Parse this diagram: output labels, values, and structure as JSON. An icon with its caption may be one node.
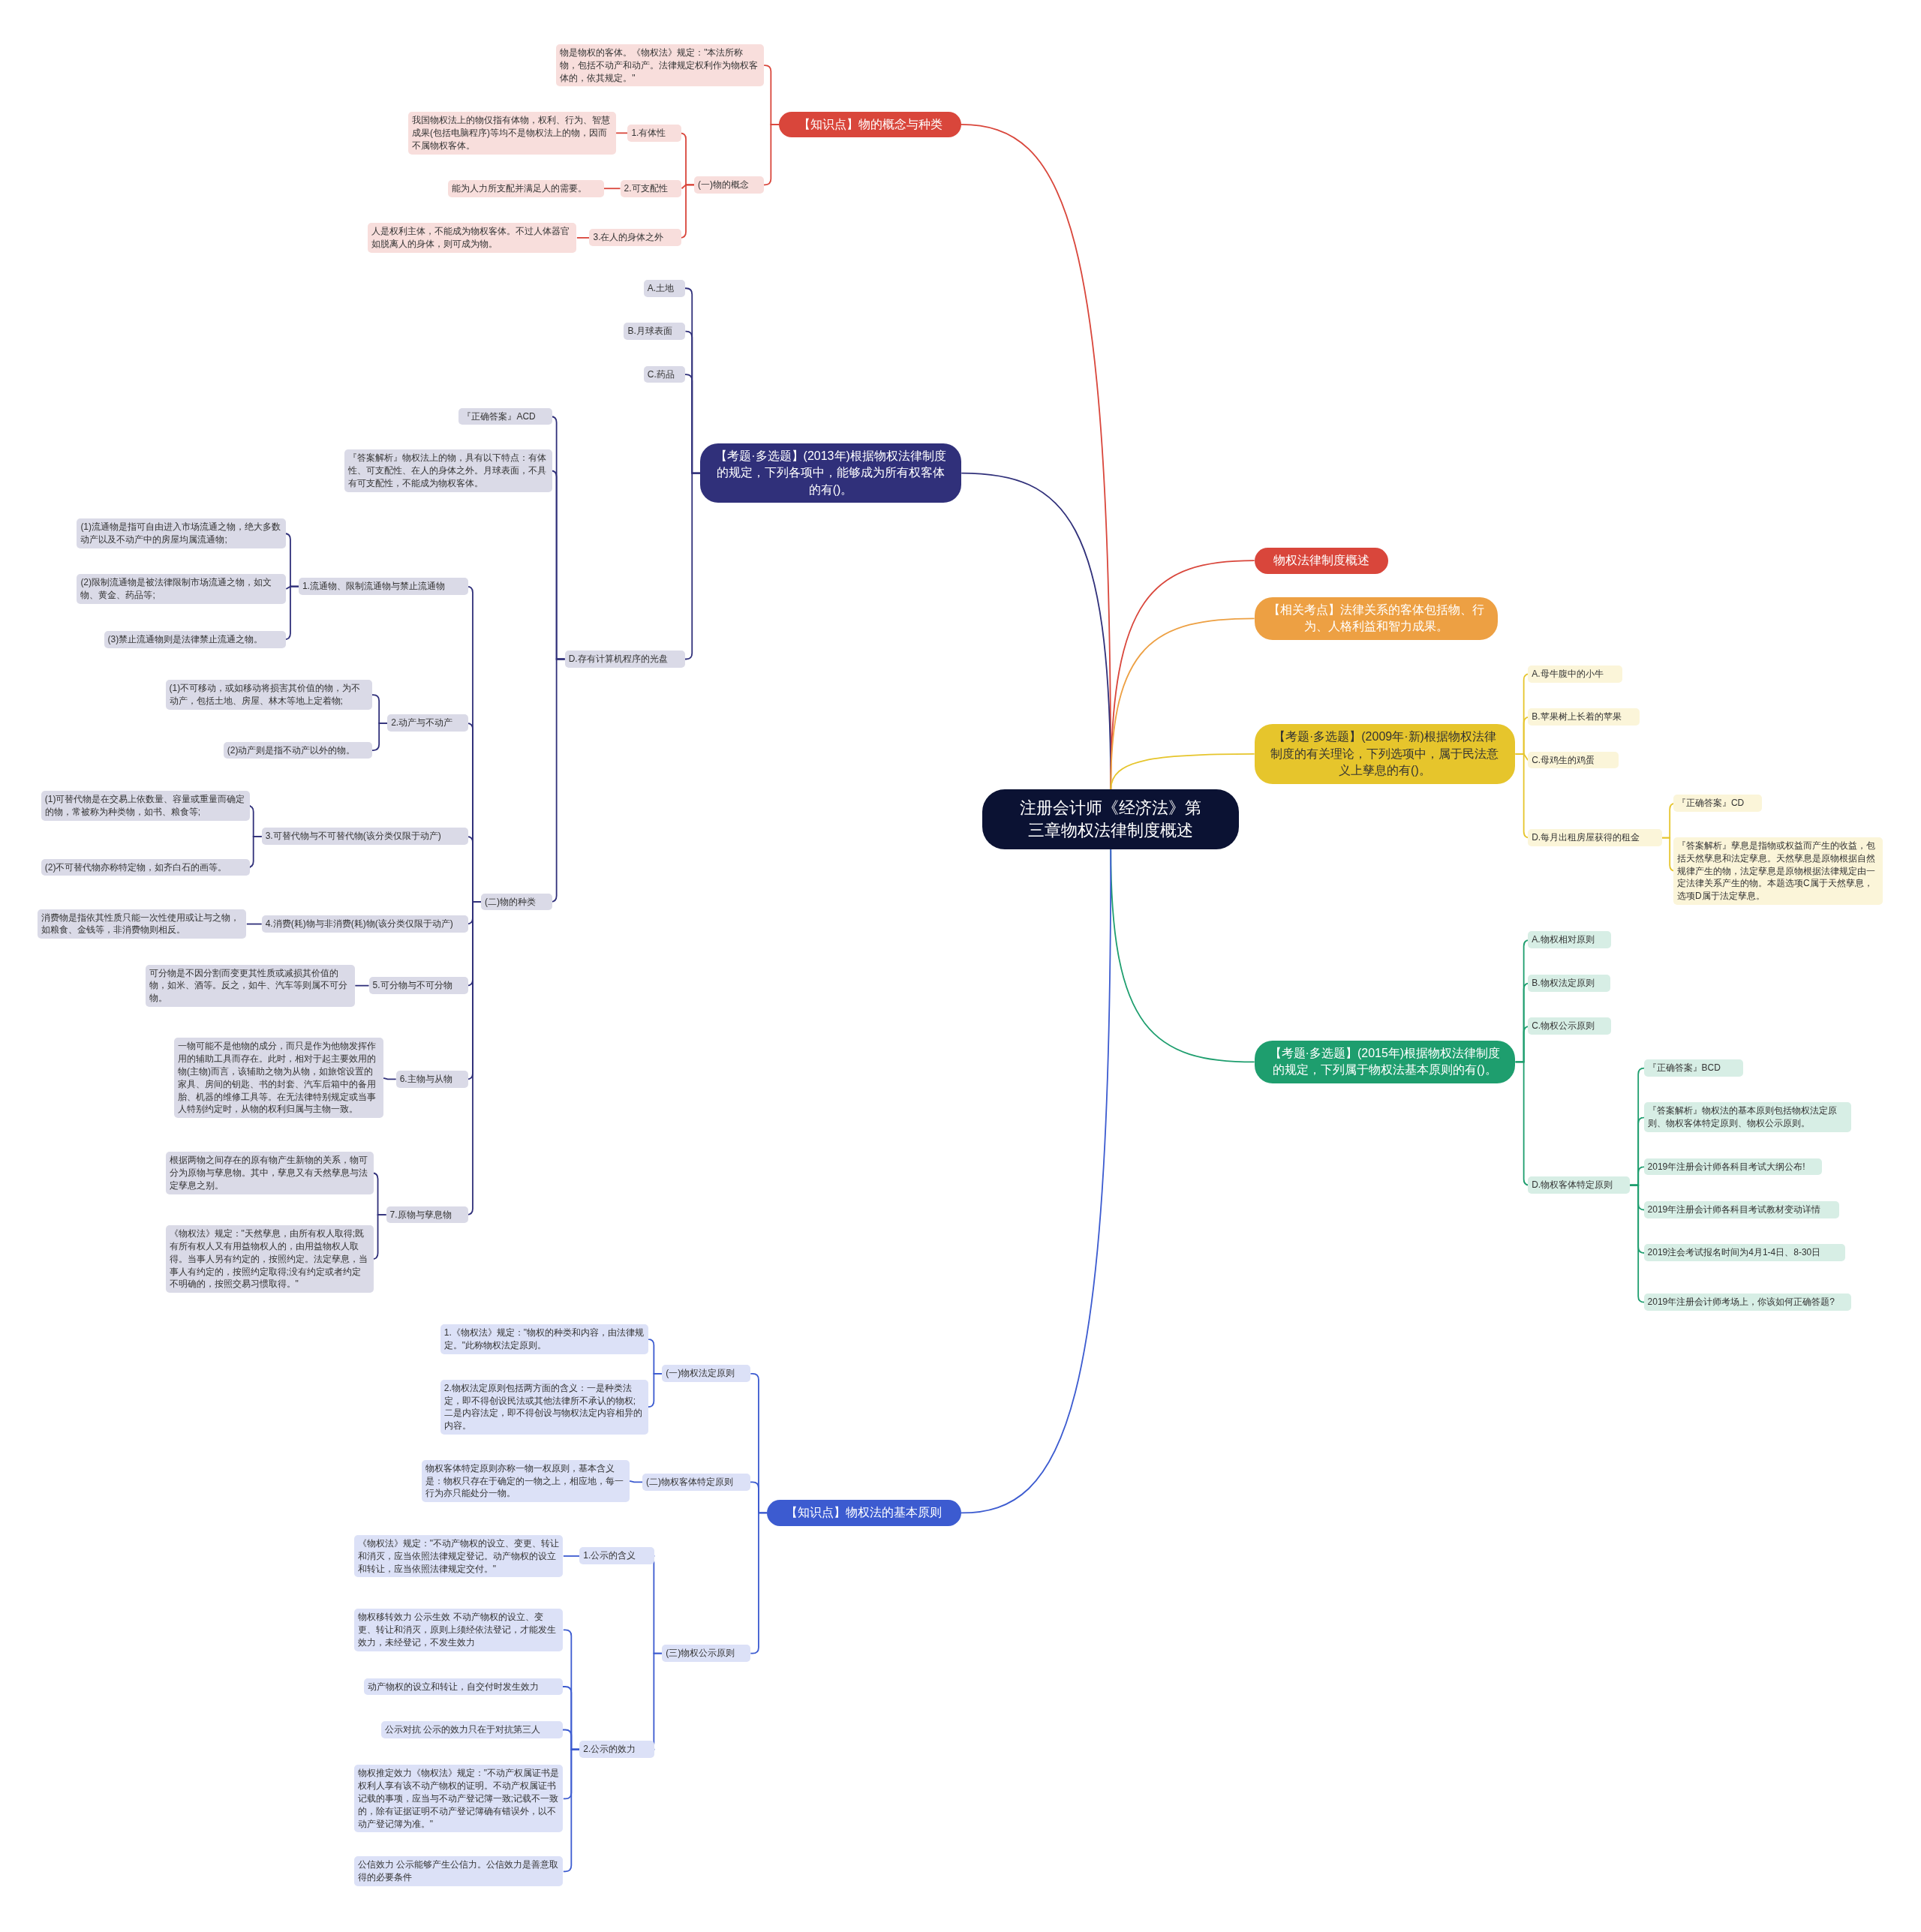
{
  "diagram": {
    "nodes": [
      {
        "text": [
          "注册会计师《经济法》第三章物权法律制度概述"
        ]
      },
      {
        "text": [
          "【知识点】物的概念与种类"
        ]
      },
      {
        "text": [
          "物是物权的客体。《物权法》规定：\"本法所称物，包括不动产和动产。法律规定权利作为物权客体的，依其规定。\""
        ]
      },
      {
        "text": [
          "(一)物的概念"
        ]
      },
      {
        "text": [
          "1.有体性"
        ]
      },
      {
        "text": [
          "我国物权法上的物仅指有体物，权利、行为、智慧成果(包括电脑程序)等均不是物权法上的物，因而不属物权客体。"
        ]
      },
      {
        "text": [
          "2.可支配性"
        ]
      },
      {
        "text": [
          "能为人力所支配并满足人的需要。"
        ]
      },
      {
        "text": [
          "3.在人的身体之外"
        ]
      },
      {
        "text": [
          "人是权利主体，不能成为物权客体。不过人体器官如脱离人的身体，则可成为物。"
        ]
      },
      {
        "text": [
          "【考题·多选题】(2013年)根据物权法律制度的规定，下列各项中，能够成为所有权客体的有()。"
        ]
      },
      {
        "text": [
          "A.土地"
        ]
      },
      {
        "text": [
          "B.月球表面"
        ]
      },
      {
        "text": [
          "C.药品"
        ]
      },
      {
        "text": [
          "D.存有计算机程序的光盘"
        ]
      },
      {
        "text": [
          "『正确答案』ACD"
        ]
      },
      {
        "text": [
          "『答案解析』物权法上的物，具有以下特点：有体性、可支配性、在人的身体之外。月球表面，不具有可支配性，不能成为物权客体。"
        ]
      },
      {
        "text": [
          "(二)物的种类"
        ]
      },
      {
        "text": [
          "1.流通物、限制流通物与禁止流通物"
        ]
      },
      {
        "text": [
          "(1)流通物是指可自由进入市场流通之物，绝大多数动产以及不动产中的房屋均属流通物;"
        ]
      },
      {
        "text": [
          "(2)限制流通物是被法律限制市场流通之物，如文物、黄金、药品等;"
        ]
      },
      {
        "text": [
          "(3)禁止流通物则是法律禁止流通之物。"
        ]
      },
      {
        "text": [
          "2.动产与不动产"
        ]
      },
      {
        "text": [
          "(1)不可移动，或如移动将损害其价值的物，为不动产，包括土地、房屋、林木等地上定着物;"
        ]
      },
      {
        "text": [
          "(2)动产则是指不动产以外的物。"
        ]
      },
      {
        "text": [
          "3.可替代物与不可替代物(该分类仅限于动产)"
        ]
      },
      {
        "text": [
          "(1)可替代物是在交易上依数量、容量或重量而确定的物，常被称为种类物，如书、粮食等;"
        ]
      },
      {
        "text": [
          "(2)不可替代物亦称特定物，如齐白石的画等。"
        ]
      },
      {
        "text": [
          "4.消费(耗)物与非消费(耗)物(该分类仅限于动产)"
        ]
      },
      {
        "text": [
          "消费物是指依其性质只能一次性使用或让与之物，如粮食、金钱等，非消费物则相反。"
        ]
      },
      {
        "text": [
          "5.可分物与不可分物"
        ]
      },
      {
        "text": [
          "可分物是不因分割而变更其性质或减损其价值的物，如米、酒等。反之，如牛、汽车等则属不可分物。"
        ]
      },
      {
        "text": [
          "6.主物与从物"
        ]
      },
      {
        "text": [
          "一物可能不是他物的成分，而只是作为他物发挥作用的辅助工具而存在。此时，相对于起主要效用的物(主物)而言，该辅助之物为从物，如旅馆设置的家具、房间的钥匙、书的封套、汽车后箱中的备用胎、机器的维修工具等。在无法律特别规定或当事人特别约定时，从物的权利归属与主物一致。"
        ]
      },
      {
        "text": [
          "7.原物与孳息物"
        ]
      },
      {
        "text": [
          "根据两物之间存在的原有物产生新物的关系，物可分为原物与孳息物。其中，孳息又有天然孳息与法定孳息之别。"
        ]
      },
      {
        "text": [
          "《物权法》规定：\"天然孳息，由所有权人取得;既有所有权人又有用益物权人的，由用益物权人取得。当事人另有约定的，按照约定。法定孳息，当事人有约定的，按照约定取得;没有约定或者约定不明确的，按照交易习惯取得。\""
        ]
      },
      {
        "text": [
          "物权法律制度概述"
        ]
      },
      {
        "text": [
          "【相关考点】法律关系的客体包括物、行为、人格利益和智力成果。"
        ]
      },
      {
        "text": [
          "【考题·多选题】(2009年·新)根据物权法律制度的有关理论，下列选项中，属于民法意义上孳息的有()。"
        ]
      },
      {
        "text": [
          "A.母牛腹中的小牛"
        ]
      },
      {
        "text": [
          "B.苹果树上长着的苹果"
        ]
      },
      {
        "text": [
          "C.母鸡生的鸡蛋"
        ]
      },
      {
        "text": [
          "D.每月出租房屋获得的租金"
        ]
      },
      {
        "text": [
          "『正确答案』CD"
        ]
      },
      {
        "text": [
          "『答案解析』孳息是指物或权益而产生的收益，包括天然孳息和法定孳息。天然孳息是原物根据自然规律产生的物，法定孳息是原物根据法律规定由一定法律关系产生的物。本题选项C属于天然孳息，选项D属于法定孳息。"
        ]
      },
      {
        "text": [
          "【考题·多选题】(2015年)根据物权法律制度的规定，下列属于物权法基本原则的有()。"
        ]
      },
      {
        "text": [
          "A.物权相对原则"
        ]
      },
      {
        "text": [
          "B.物权法定原则"
        ]
      },
      {
        "text": [
          "C.物权公示原则"
        ]
      },
      {
        "text": [
          "D.物权客体特定原则"
        ]
      },
      {
        "text": [
          "『正确答案』BCD"
        ]
      },
      {
        "text": [
          "『答案解析』物权法的基本原则包括物权法定原则、物权客体特定原则、物权公示原则。"
        ]
      },
      {
        "text": [
          "2019年注册会计师各科目考试大纲公布!"
        ]
      },
      {
        "text": [
          "2019年注册会计师各科目考试教材变动详情"
        ]
      },
      {
        "text": [
          "2019注会考试报名时间为4月1-4日、8-30日"
        ]
      },
      {
        "text": [
          "2019年注册会计师考场上，你该如何正确答题?"
        ]
      },
      {
        "text": [
          "【知识点】物权法的基本原则"
        ]
      },
      {
        "text": [
          "(一)物权法定原则"
        ]
      },
      {
        "text": [
          "1.《物权法》规定：\"物权的种类和内容，由法律规定。\"此称物权法定原则。"
        ]
      },
      {
        "text": [
          "2.物权法定原则包括两方面的含义：一是种类法定，即不得创设民法或其他法律所不承认的物权;二是内容法定，即不得创设与物权法定内容相异的内容。"
        ]
      },
      {
        "text": [
          "(二)物权客体特定原则"
        ]
      },
      {
        "text": [
          "物权客体特定原则亦称一物一权原则，基本含义是：物权只存在于确定的一物之上，相应地，每一行为亦只能处分一物。"
        ]
      },
      {
        "text": [
          "(三)物权公示原则"
        ]
      },
      {
        "text": [
          "1.公示的含义"
        ]
      },
      {
        "text": [
          "《物权法》规定：\"不动产物权的设立、变更、转让和消灭，应当依照法律规定登记。动产物权的设立和转让，应当依照法律规定交付。\""
        ]
      },
      {
        "text": [
          "2.公示的效力"
        ]
      },
      {
        "text": [
          "物权移转效力 公示生效 不动产物权的设立、变更、转让和消灭，原则上须经依法登记，才能发生效力，未经登记，不发生效力"
        ]
      },
      {
        "text": [
          "动产物权的设立和转让，自交付时发生效力"
        ]
      },
      {
        "text": [
          "公示对抗 公示的效力只在于对抗第三人"
        ]
      },
      {
        "text": [
          "物权推定效力《物权法》规定：\"不动产权属证书是权利人享有该不动产物权的证明。不动产权属证书记载的事项，应当与不动产登记簿一致;记载不一致的，除有证据证明不动产登记簿确有错误外，以不动产登记簿为准。\""
        ]
      },
      {
        "text": [
          "公信效力 公示能够产生公信力。公信效力是善意取得的必要条件"
        ]
      }
    ],
    "edges": [
      {
        "from": 0,
        "to": 1,
        "arrow": "none",
        "color": "#d9463b"
      },
      {
        "from": 1,
        "to": 2,
        "arrow": "none",
        "color": "#d9463b"
      },
      {
        "from": 1,
        "to": 3,
        "arrow": "none",
        "color": "#d9463b"
      },
      {
        "from": 3,
        "to": 4,
        "arrow": "none",
        "color": "#d9463b"
      },
      {
        "from": 4,
        "to": 5,
        "arrow": "none",
        "color": "#d9463b"
      },
      {
        "from": 3,
        "to": 6,
        "arrow": "none",
        "color": "#d9463b"
      },
      {
        "from": 6,
        "to": 7,
        "arrow": "none",
        "color": "#d9463b"
      },
      {
        "from": 3,
        "to": 8,
        "arrow": "none",
        "color": "#d9463b"
      },
      {
        "from": 8,
        "to": 9,
        "arrow": "none",
        "color": "#d9463b"
      },
      {
        "from": 0,
        "to": 10,
        "arrow": "none"
      },
      {
        "from": 10,
        "to": 11,
        "arrow": "none"
      },
      {
        "from": 10,
        "to": 12,
        "arrow": "none"
      },
      {
        "from": 10,
        "to": 13,
        "arrow": "none"
      },
      {
        "from": 10,
        "to": 14,
        "arrow": "none"
      },
      {
        "from": 14,
        "to": 15,
        "arrow": "none"
      },
      {
        "from": 14,
        "to": 16,
        "arrow": "none"
      },
      {
        "from": 14,
        "to": 17,
        "arrow": "none"
      },
      {
        "from": 17,
        "to": 18,
        "arrow": "none"
      },
      {
        "from": 18,
        "to": 19,
        "arrow": "none"
      },
      {
        "from": 18,
        "to": 20,
        "arrow": "none"
      },
      {
        "from": 18,
        "to": 21,
        "arrow": "none"
      },
      {
        "from": 17,
        "to": 22,
        "arrow": "none"
      },
      {
        "from": 22,
        "to": 23,
        "arrow": "none"
      },
      {
        "from": 22,
        "to": 24,
        "arrow": "none"
      },
      {
        "from": 17,
        "to": 25,
        "arrow": "none"
      },
      {
        "from": 25,
        "to": 26,
        "arrow": "none"
      },
      {
        "from": 25,
        "to": 27,
        "arrow": "none"
      },
      {
        "from": 17,
        "to": 28,
        "arrow": "none"
      },
      {
        "from": 28,
        "to": 29,
        "arrow": "none"
      },
      {
        "from": 17,
        "to": 30,
        "arrow": "none"
      },
      {
        "from": 30,
        "to": 31,
        "arrow": "none"
      },
      {
        "from": 17,
        "to": 32,
        "arrow": "none"
      },
      {
        "from": 32,
        "to": 33,
        "arrow": "none"
      },
      {
        "from": 17,
        "to": 34,
        "arrow": "none"
      },
      {
        "from": 34,
        "to": 35,
        "arrow": "none"
      },
      {
        "from": 34,
        "to": 36,
        "arrow": "none"
      },
      {
        "from": 0,
        "to": 37,
        "arrow": "none",
        "color": "#d9463b"
      },
      {
        "from": 0,
        "to": 38,
        "arrow": "none",
        "color": "#eda043"
      },
      {
        "from": 0,
        "to": 39,
        "arrow": "none",
        "color": "#e6c52c"
      },
      {
        "from": 39,
        "to": 40,
        "arrow": "none",
        "color": "#e6c52c"
      },
      {
        "from": 39,
        "to": 41,
        "arrow": "none",
        "color": "#e6c52c"
      },
      {
        "from": 39,
        "to": 42,
        "arrow": "none",
        "color": "#e6c52c"
      },
      {
        "from": 39,
        "to": 43,
        "arrow": "none",
        "color": "#e6c52c"
      },
      {
        "from": 43,
        "to": 44,
        "arrow": "none",
        "color": "#e6c52c"
      },
      {
        "from": 43,
        "to": 45,
        "arrow": "none",
        "color": "#e6c52c"
      },
      {
        "from": 0,
        "to": 46,
        "arrow": "none",
        "color": "#1e9e6e"
      },
      {
        "from": 46,
        "to": 47,
        "arrow": "none",
        "color": "#1e9e6e"
      },
      {
        "from": 46,
        "to": 48,
        "arrow": "none",
        "color": "#1e9e6e"
      },
      {
        "from": 46,
        "to": 49,
        "arrow": "none",
        "color": "#1e9e6e"
      },
      {
        "from": 46,
        "to": 50,
        "arrow": "none",
        "color": "#1e9e6e"
      },
      {
        "from": 50,
        "to": 51,
        "arrow": "none",
        "color": "#1e9e6e"
      },
      {
        "from": 50,
        "to": 52,
        "arrow": "none",
        "color": "#1e9e6e"
      },
      {
        "from": 50,
        "to": 53,
        "arrow": "none",
        "color": "#1e9e6e"
      },
      {
        "from": 50,
        "to": 54,
        "arrow": "none",
        "color": "#1e9e6e"
      },
      {
        "from": 50,
        "to": 55,
        "arrow": "none",
        "color": "#1e9e6e"
      },
      {
        "from": 50,
        "to": 56,
        "arrow": "none",
        "color": "#1e9e6e"
      },
      {
        "from": 0,
        "to": 57,
        "arrow": "none",
        "color": "#3c5bd0"
      },
      {
        "from": 57,
        "to": 58,
        "arrow": "none",
        "color": "#3c5bd0"
      },
      {
        "from": 58,
        "to": 59,
        "arrow": "none",
        "color": "#3c5bd0"
      },
      {
        "from": 58,
        "to": 60,
        "arrow": "none",
        "color": "#3c5bd0"
      },
      {
        "from": 57,
        "to": 61,
        "arrow": "none",
        "color": "#3c5bd0"
      },
      {
        "from": 61,
        "to": 62,
        "arrow": "none",
        "color": "#3c5bd0"
      },
      {
        "from": 57,
        "to": 63,
        "arrow": "none",
        "color": "#3c5bd0"
      },
      {
        "from": 63,
        "to": 64,
        "arrow": "none",
        "color": "#3c5bd0"
      },
      {
        "from": 64,
        "to": 65,
        "arrow": "none",
        "color": "#3c5bd0"
      },
      {
        "from": 63,
        "to": 66,
        "arrow": "none",
        "color": "#3c5bd0"
      },
      {
        "from": 66,
        "to": 67,
        "arrow": "none",
        "color": "#3c5bd0"
      },
      {
        "from": 66,
        "to": 68,
        "arrow": "none",
        "color": "#3c5bd0"
      },
      {
        "from": 66,
        "to": 69,
        "arrow": "none",
        "color": "#3c5bd0"
      },
      {
        "from": 66,
        "to": 70,
        "arrow": "none",
        "color": "#3c5bd0"
      },
      {
        "from": 66,
        "to": 71,
        "arrow": "none",
        "color": "#3c5bd0"
      }
    ]
  }
}
